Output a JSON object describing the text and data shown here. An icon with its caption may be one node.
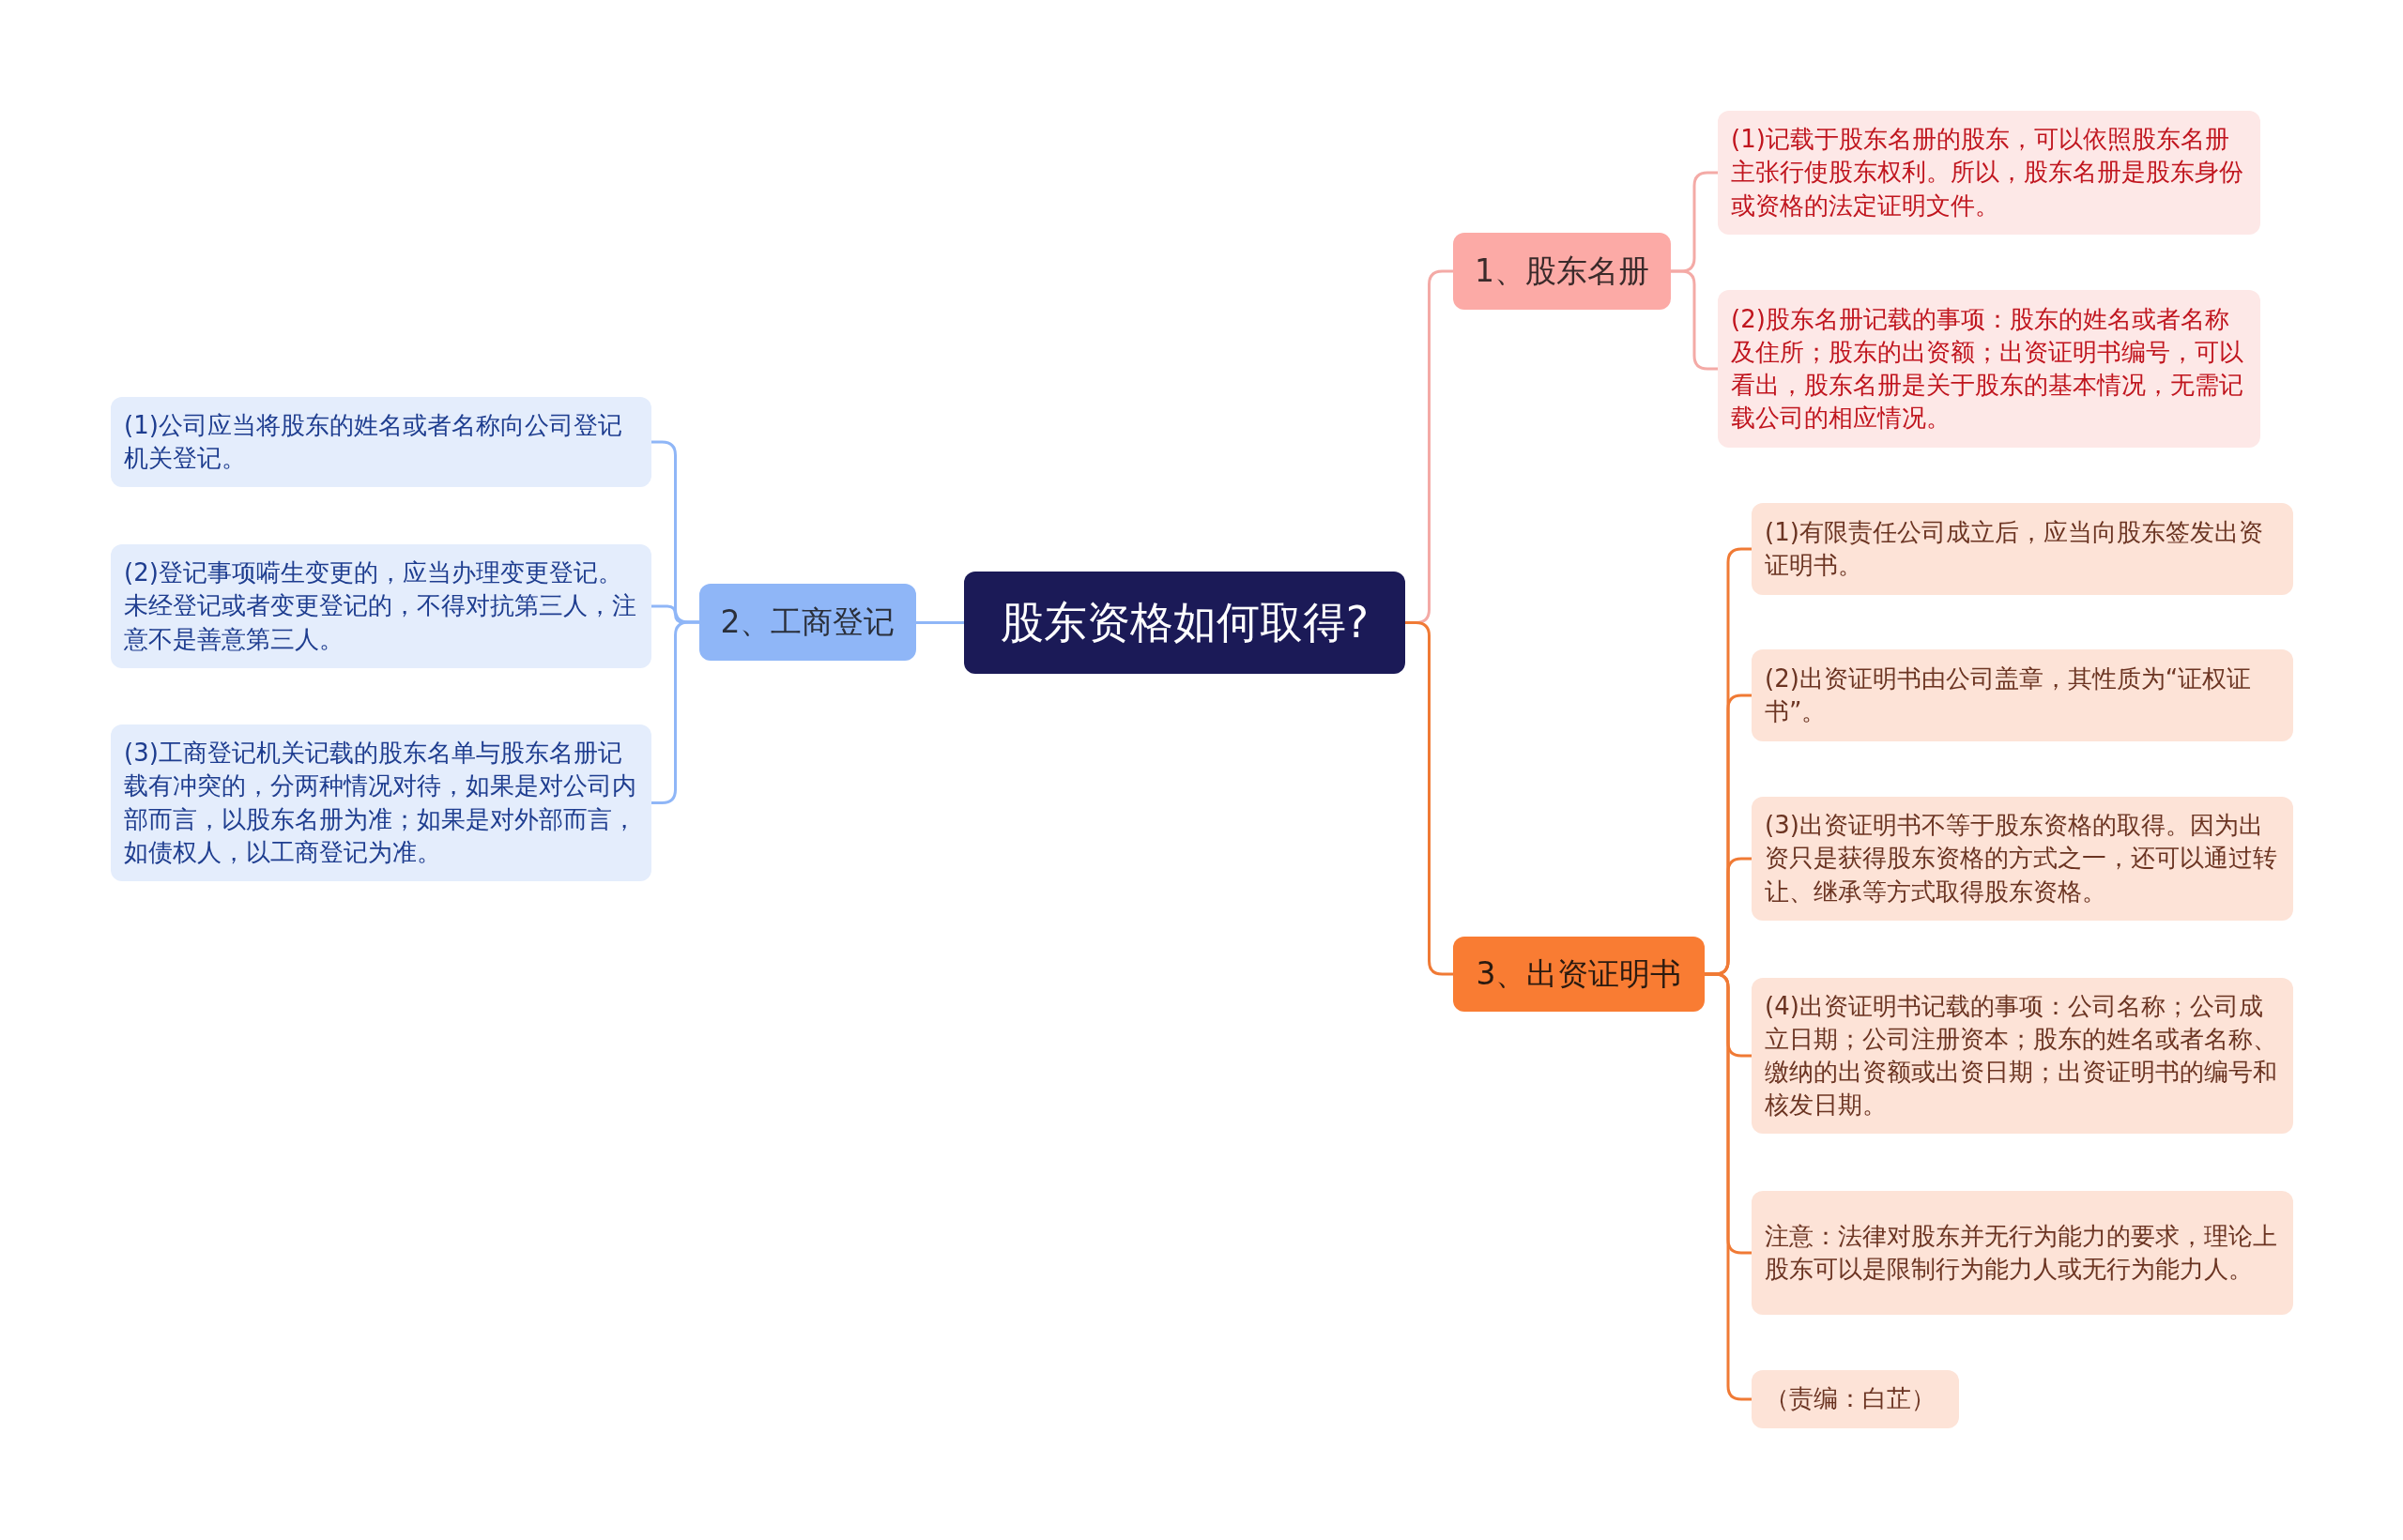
{
  "diagram": {
    "nodes": [
      {
        "text": [
          "股东资格如何取得?"
        ]
      },
      {
        "text": [
          "1、股东名册"
        ]
      },
      {
        "text": [
          "(1)记载于股东名册的股东，可以依照股东名册主张行使股东权利。所以，股东名册是股东身份或资格的法定证明文件。"
        ]
      },
      {
        "text": [
          "(2)股东名册记载的事项：股东的姓名或者名称及住所；股东的出资额；出资证明书编号，可以看出，股东名册是关于股东的基本情况，无需记载公司的相应情况。"
        ]
      },
      {
        "text": [
          "2、工商登记"
        ]
      },
      {
        "text": [
          "(1)公司应当将股东的姓名或者名称向公司登记机关登记。"
        ]
      },
      {
        "text": [
          "(2)登记事项嗬生变更的，应当办理变更登记。未经登记或者变更登记的，不得对抗第三人，注意不是善意第三人。"
        ]
      },
      {
        "text": [
          "(3)工商登记机关记载的股东名单与股东名册记载有冲突的，分两种情况对待，如果是对公司内部而言，以股东名册为准；如果是对外部而言，如债权人，以工商登记为准。"
        ]
      },
      {
        "text": [
          "3、出资证明书"
        ]
      },
      {
        "text": [
          "(1)有限责任公司成立后，应当向股东签发出资证明书。"
        ]
      },
      {
        "text": [
          "(2)出资证明书由公司盖章，其性质为“证权证书”。"
        ]
      },
      {
        "text": [
          "(3)出资证明书不等于股东资格的取得。因为出资只是获得股东资格的方式之一，还可以通过转让、继承等方式取得股东资格。"
        ]
      },
      {
        "text": [
          "(4)出资证明书记载的事项：公司名称；公司成立日期；公司注册资本；股东的姓名或者名称、缴纳的出资额或出资日期；出资证明书的编号和核发日期。"
        ]
      },
      {
        "text": [
          "注意：法律对股东并无行为能力的要求，理论上股东可以是限制行为能力人或无行为能力人。"
        ]
      },
      {
        "text": [
          "（责编：白芷）"
        ]
      }
    ],
    "edges": [
      {
        "from": 0,
        "to": 1,
        "arrow": "none",
        "color": "#f4aaa6"
      },
      {
        "from": 1,
        "to": 2,
        "arrow": "none",
        "color": "#f4aaa6"
      },
      {
        "from": 1,
        "to": 3,
        "arrow": "none",
        "color": "#f4aaa6"
      },
      {
        "from": 0,
        "to": 4,
        "arrow": "none",
        "color": "#8fb6f7"
      },
      {
        "from": 4,
        "to": 5,
        "arrow": "none",
        "color": "#8fb6f7"
      },
      {
        "from": 4,
        "to": 6,
        "arrow": "none",
        "color": "#8fb6f7"
      },
      {
        "from": 4,
        "to": 7,
        "arrow": "none",
        "color": "#8fb6f7"
      },
      {
        "from": 0,
        "to": 8,
        "arrow": "none"
      },
      {
        "from": 8,
        "to": 9,
        "arrow": "none"
      },
      {
        "from": 8,
        "to": 10,
        "arrow": "none"
      },
      {
        "from": 8,
        "to": 11,
        "arrow": "none"
      },
      {
        "from": 8,
        "to": 12,
        "arrow": "none"
      },
      {
        "from": 8,
        "to": 13,
        "arrow": "none"
      },
      {
        "from": 8,
        "to": 14,
        "arrow": "none"
      }
    ]
  }
}
